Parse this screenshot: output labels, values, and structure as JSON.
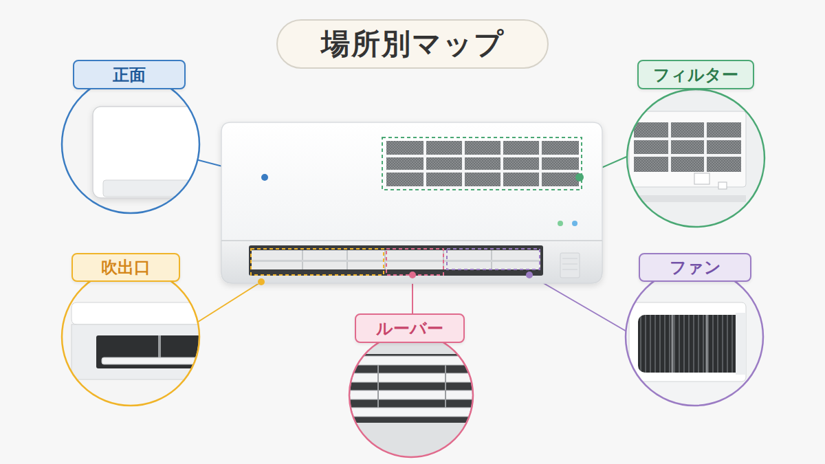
{
  "diagram": {
    "title": "場所別マップ",
    "nodes": [
      {
        "text": [
          "正面"
        ]
      },
      {
        "text": [
          "フィルター"
        ]
      },
      {
        "text": [
          "吹出口"
        ]
      },
      {
        "text": [
          "ルーバー"
        ]
      },
      {
        "text": [
          "ファン"
        ]
      }
    ]
  }
}
